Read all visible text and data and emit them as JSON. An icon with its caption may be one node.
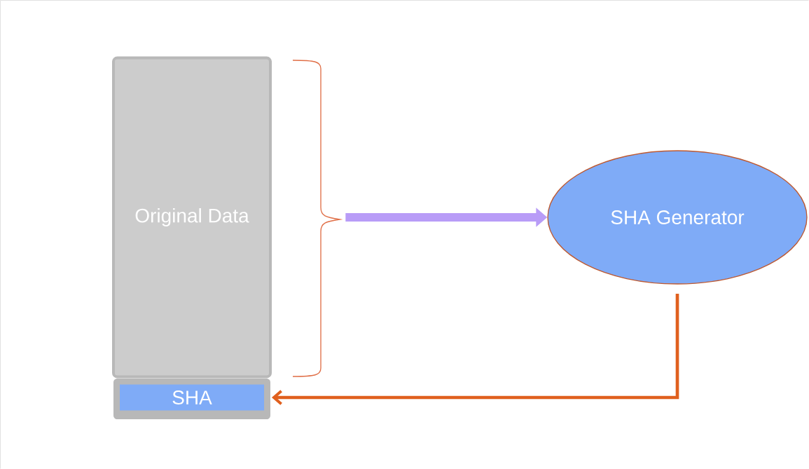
{
  "diagram": {
    "nodes": [
      {
        "text": [
          "Original Data"
        ]
      },
      {
        "text": [
          "SHA"
        ]
      },
      {
        "text": [
          "SHA Generator"
        ]
      }
    ],
    "edges": [
      {
        "from": 0,
        "to": 2,
        "arrow": "to",
        "style": "thick",
        "color": "#b89cf7"
      },
      {
        "from": 2,
        "to": 1,
        "arrow": "to",
        "color": "#e0601e"
      }
    ]
  }
}
